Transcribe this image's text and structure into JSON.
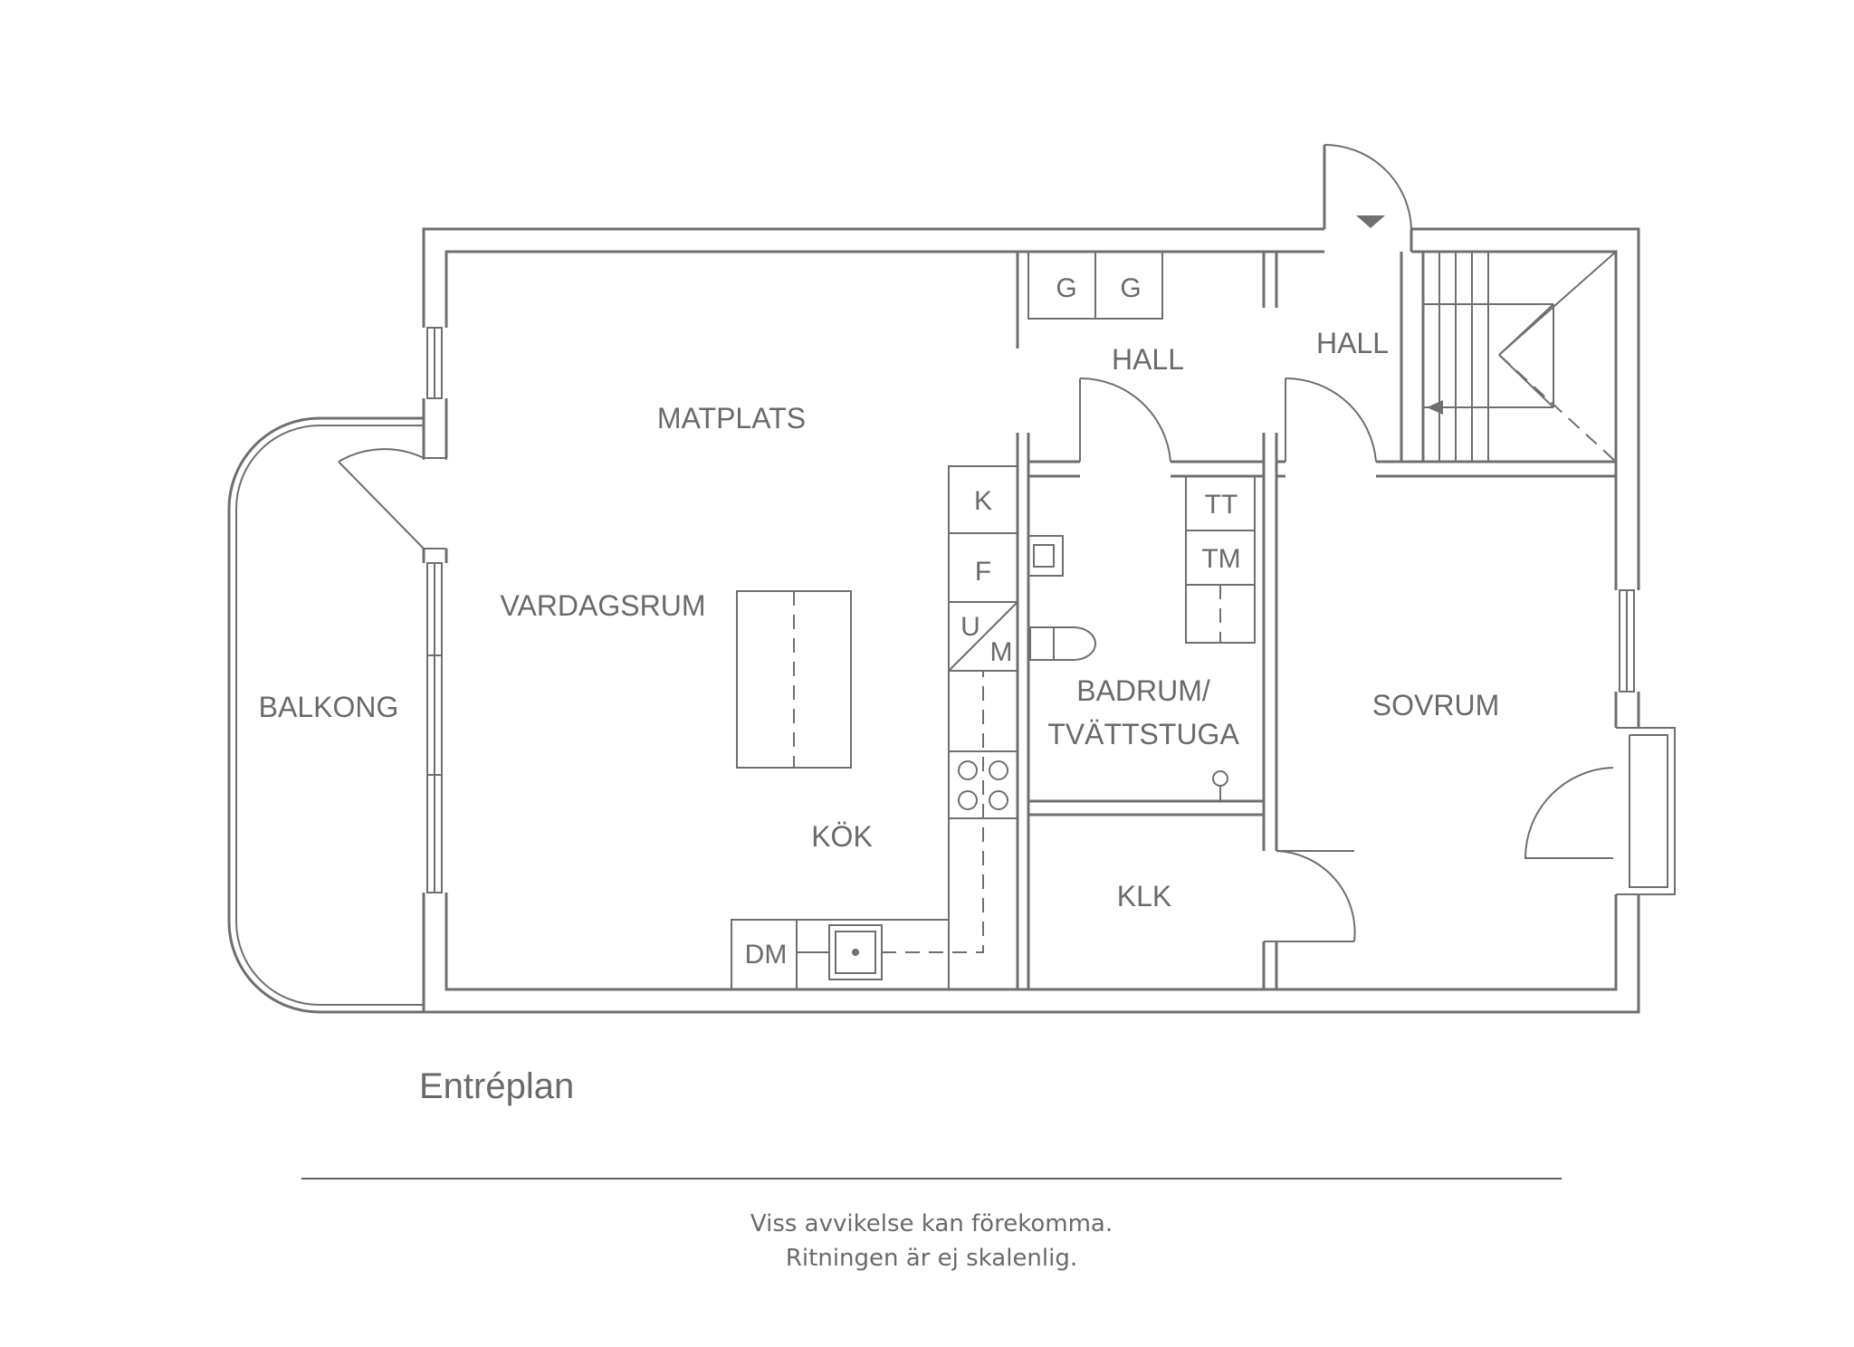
{
  "rooms": {
    "matplats": "MATPLATS",
    "vardagsrum": "VARDAGSRUM",
    "balkong": "BALKONG",
    "kok": "KÖK",
    "hall_1": "HALL",
    "hall_2": "HALL",
    "badrum_line1": "BADRUM/",
    "badrum_line2": "TVÄTTSTUGA",
    "sovrum": "SOVRUM",
    "klk": "KLK"
  },
  "fixtures": {
    "g1": "G",
    "g2": "G",
    "k": "K",
    "f": "F",
    "u": "U",
    "m": "M",
    "tt": "TT",
    "tm": "TM",
    "dm": "DM"
  },
  "caption": "Entréplan",
  "disclaimer": {
    "line1": "Viss avvikelse kan förekomma.",
    "line2": "Ritningen är ej skalenlig."
  },
  "colors": {
    "line": "#6f6f6f",
    "text": "#6a6a6a",
    "background": "#ffffff"
  }
}
